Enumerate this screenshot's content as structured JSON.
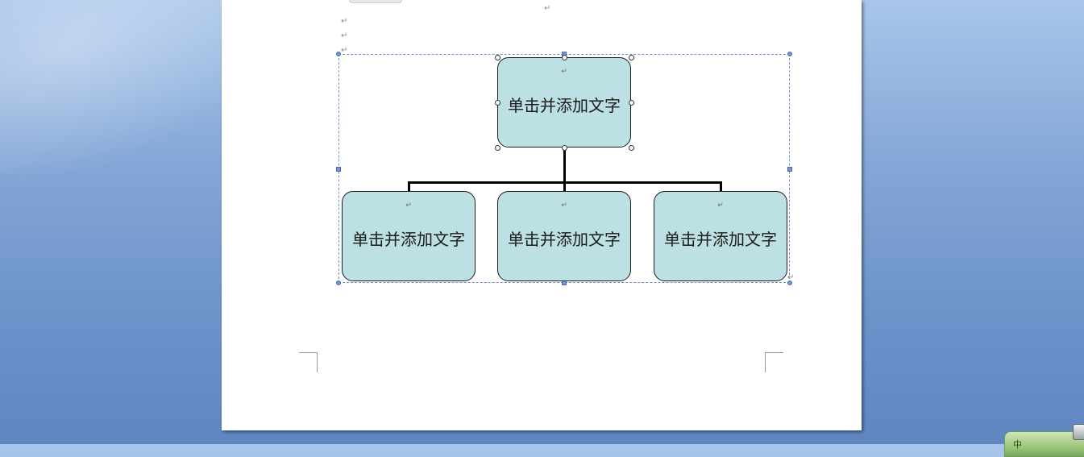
{
  "document": {
    "paragraph_mark": "↵"
  },
  "smartart": {
    "top_node": {
      "placeholder": "单击并添加文字"
    },
    "child_nodes": [
      {
        "placeholder": "单击并添加文字"
      },
      {
        "placeholder": "单击并添加文字"
      },
      {
        "placeholder": "单击并添加文字"
      }
    ]
  },
  "taskbar": {
    "tray_text": "中"
  },
  "colors": {
    "node_fill": "#bce0e3",
    "selection": "#6f94c8",
    "connector": "#000000"
  },
  "icons": [
    "paragraph-mark-icon",
    "selection-handle-icon",
    "tray-app-icon"
  ]
}
